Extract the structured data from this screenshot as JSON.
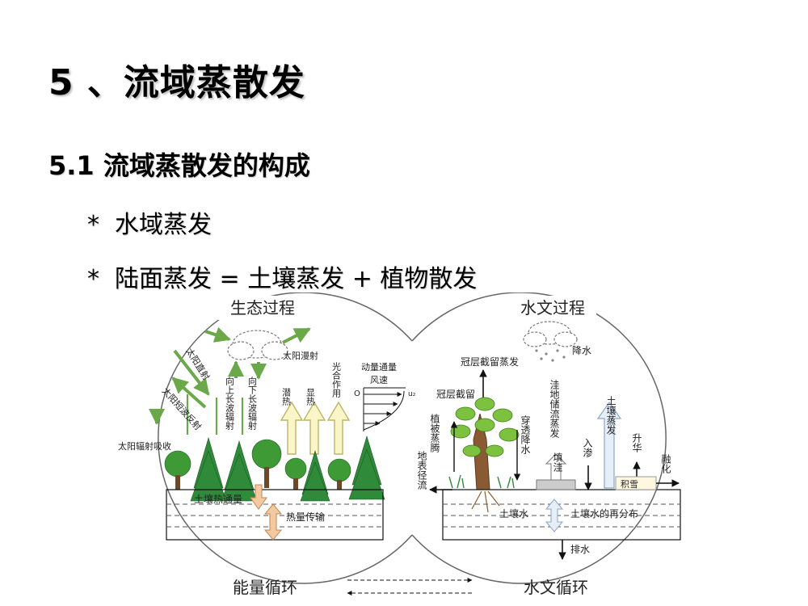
{
  "title": "5 、流域蒸散发",
  "subtitle": "5.1  流域蒸散发的构成",
  "bullets": [
    {
      "marker": "*",
      "text": "水域蒸发"
    },
    {
      "marker": "*",
      "text": "陆面蒸发 = 土壤蒸发 + 植物散发"
    }
  ],
  "diagram": {
    "left_heading": "生态过程",
    "right_heading": "水文过程",
    "bottom_left": "能量循环",
    "bottom_right": "水文循环",
    "left": {
      "solar_direct": "太阳直射",
      "solar_diffuse": "太阳漫射",
      "solar_reflect": "太阳短波反射",
      "solar_absorb": "太阳辐射吸收",
      "lw_up": "向上长波辐射",
      "lw_down": "向下长波辐射",
      "latent_heat": "潜热",
      "sensible_heat": "显热",
      "photosynthesis": "光合作用",
      "momentum": "动量通量",
      "wind": "风速",
      "axis_origin": "O",
      "axis_u": "u₂",
      "soil_heat_flux": "土壤热通量",
      "heat_transfer": "热量传输"
    },
    "right": {
      "precip": "降水",
      "canopy_evap": "冠层截留蒸发",
      "canopy_intercept": "冠层截留",
      "transpiration": "植被蒸腾",
      "throughfall": "穿透降水",
      "depression": "洼地储流蒸发",
      "surface_runoff": "地表径流",
      "infiltration": "入渗",
      "soil_evap": "土壤蒸发",
      "sublimation": "升华",
      "snowmelt": "融化",
      "snowpack": "积雪",
      "fill": "填洼",
      "soil_water": "土壤水",
      "soil_redistribution": "土壤水的再分布",
      "drainage": "排水"
    }
  }
}
